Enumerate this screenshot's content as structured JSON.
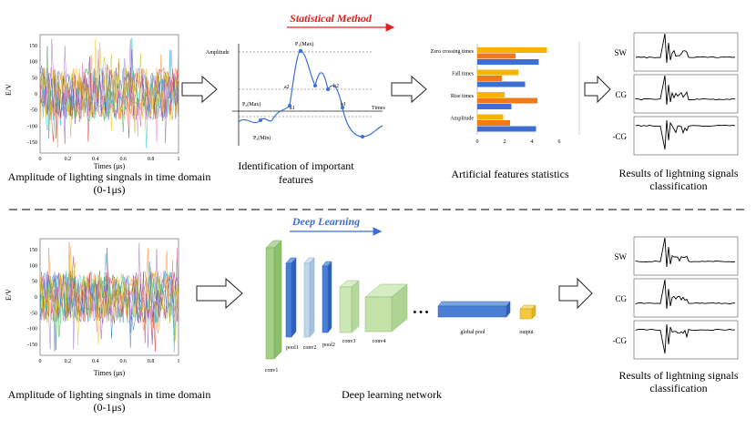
{
  "top": {
    "method_title": "Statistical Method",
    "signal_panel": {
      "y_label": "E/V",
      "x_label": "Times (μs)",
      "x_ticks": [
        "0",
        "0.2",
        "0.4",
        "0.6",
        "0.8",
        "1"
      ],
      "y_ticks": [
        "150",
        "100",
        "50",
        "0",
        "-50",
        "-100",
        "-150"
      ],
      "caption_line1": "Amplitude of lighting singnals in time domain",
      "caption_line2": "(0-1μs)"
    },
    "features_panel": {
      "amplitude_label": "Amplitude",
      "times_label": "Times",
      "p1_label": "P₁(Max)",
      "pmax_label": "P₀(Max)",
      "pmin_label": "P₀(Min)",
      "a1": "a1",
      "a2": "a2",
      "b1": "b1",
      "b2": "b2",
      "caption_line1": "Identification of important",
      "caption_line2": "features"
    },
    "stats_panel": {
      "caption": "Artificial features statistics"
    },
    "results_panel": {
      "labels": [
        "SW",
        "CG",
        "-CG"
      ],
      "caption_line1": "Results of lightning signals",
      "caption_line2": "classification"
    }
  },
  "bottom": {
    "method_title": "Deep Learning",
    "signal_panel": {
      "y_label": "E/V",
      "x_label": "Times (μs)",
      "x_ticks": [
        "0",
        "0.2",
        "0.4",
        "0.6",
        "0.8",
        "1"
      ],
      "y_ticks": [
        "150",
        "100",
        "50",
        "0",
        "-50",
        "-100",
        "-150"
      ],
      "caption_line1": "Amplitude of lighting singnals in time domain",
      "caption_line2": "(0-1μs)"
    },
    "network": {
      "layers": [
        "conv1",
        "pool1",
        "conv2",
        "pool2",
        "conv3",
        "conv4",
        "global pool",
        "output"
      ],
      "ellipsis": "• • •",
      "caption": "Deep learning network"
    },
    "results_panel": {
      "labels": [
        "SW",
        "CG",
        "-CG"
      ],
      "caption_line1": "Results of lightning signals",
      "caption_line2": "classification"
    }
  },
  "chart_data": {
    "type": "bar",
    "orientation": "horizontal",
    "categories": [
      "Zero crossing times",
      "Fall times",
      "Rise times",
      "Amplitude"
    ],
    "x_ticks": [
      "0",
      "2",
      "4",
      "6"
    ],
    "xlim": [
      0,
      6
    ],
    "series": [
      {
        "color": "#f5b400",
        "values": [
          5.1,
          3.0,
          2.0,
          1.9
        ]
      },
      {
        "color": "#f07a1a",
        "values": [
          2.8,
          1.8,
          4.4,
          2.4
        ]
      },
      {
        "color": "#3c6fd1",
        "values": [
          4.5,
          3.5,
          2.5,
          4.3
        ]
      }
    ]
  }
}
